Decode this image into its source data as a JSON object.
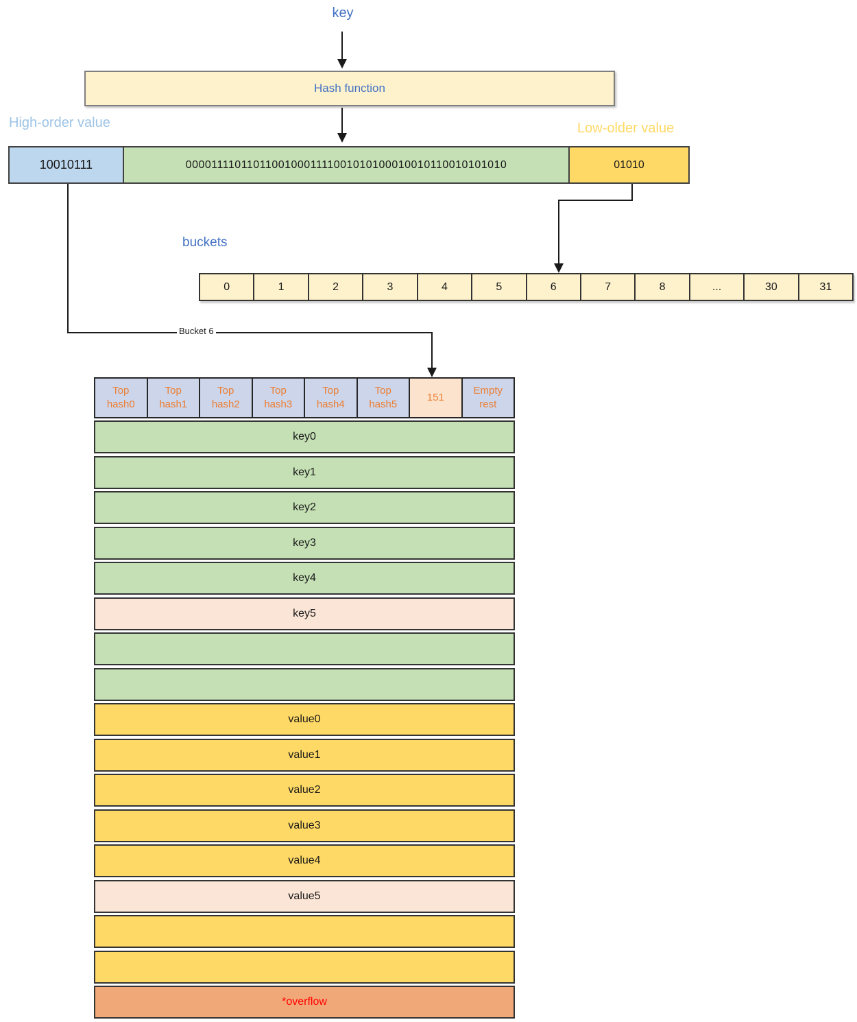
{
  "colors": {
    "accent_blue": "#4472C4",
    "label_light_blue": "#9DC3E6",
    "label_gold": "#FFD966",
    "cream_box": "#FDF2CC",
    "bit_high_blue": "#BDD7EE",
    "bit_mid_green": "#C5E0B4",
    "bit_low_gold": "#FFD966",
    "header_lavender": "#CCD5EA",
    "header_peach": "#FBE3CD",
    "row_green": "#C5E0B4",
    "row_peach": "#FBE5D6",
    "row_gold": "#FFD965",
    "overflow_orange": "#F1A878",
    "header_text_orange": "#ED7D31",
    "overflow_text_red": "#FF0000"
  },
  "flow": {
    "key_label": "key",
    "hash_function_label": "Hash function",
    "high_order_label": "High-order value",
    "low_order_label": "Low-older value",
    "high_order_bits": "10010111",
    "middle_bits": "000011110110110010001111001010100010010110010101010",
    "low_order_bits": "01010"
  },
  "buckets": {
    "label": "buckets",
    "pointer_label": "Bucket 6",
    "cells": [
      "0",
      "1",
      "2",
      "3",
      "4",
      "5",
      "6",
      "7",
      "8",
      "...",
      "30",
      "31"
    ]
  },
  "bucket_detail": {
    "header_cells": [
      "Top hash0",
      "Top hash1",
      "Top hash2",
      "Top hash3",
      "Top hash4",
      "Top hash5",
      "151",
      "Empty rest"
    ],
    "key_rows": [
      "key0",
      "key1",
      "key2",
      "key3",
      "key4",
      "key5",
      "",
      ""
    ],
    "value_rows": [
      "value0",
      "value1",
      "value2",
      "value3",
      "value4",
      "value5",
      "",
      ""
    ],
    "overflow_label": "*overflow"
  }
}
